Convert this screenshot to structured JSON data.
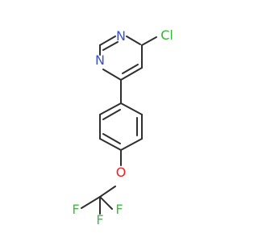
{
  "molecule": {
    "labels": {
      "n_top": "N",
      "n_left": "N",
      "cl": "Cl",
      "o": "O",
      "f_left": "F",
      "f_right": "F",
      "f_bottom": "F"
    },
    "colors": {
      "bond": "#2f2f2f",
      "nitrogen": "#3950d8",
      "chlorine": "#2eb82e",
      "oxygen": "#ff1a1a",
      "fluorine": "#44b844"
    }
  }
}
